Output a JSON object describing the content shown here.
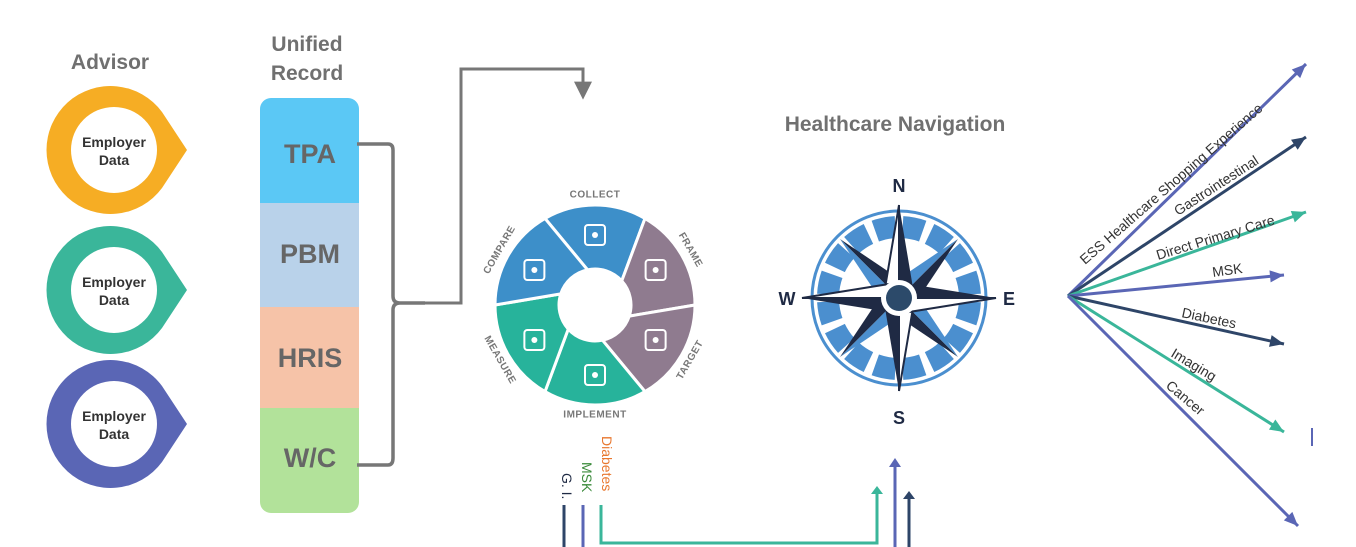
{
  "advisor": {
    "title": "Advisor",
    "pins": [
      {
        "line1": "Employer",
        "line2": "Data",
        "color": "#f6ad24"
      },
      {
        "line1": "Employer",
        "line2": "Data",
        "color": "#3ab69a"
      },
      {
        "line1": "Employer",
        "line2": "Data",
        "color": "#5a66b5"
      }
    ]
  },
  "unified_record": {
    "title_line1": "Unified",
    "title_line2": "Record",
    "segments": [
      {
        "label": "TPA",
        "color": "#5bc8f5"
      },
      {
        "label": "PBM",
        "color": "#b9d2ea"
      },
      {
        "label": "HRIS",
        "color": "#f6c3a8"
      },
      {
        "label": "W/C",
        "color": "#b2e29a"
      }
    ]
  },
  "cycle": {
    "steps": [
      "COLLECT",
      "FRAME",
      "TARGET",
      "IMPLEMENT",
      "MEASURE",
      "COMPARE"
    ],
    "colors": [
      "#3d8fc9",
      "#8f7b8f",
      "#8f7b8f",
      "#27b39b",
      "#27b39b",
      "#3d8fc9"
    ],
    "icons": [
      "collect-icon",
      "frame-icon",
      "target-icon",
      "gear-icon",
      "ruler-icon",
      "swap-icon"
    ]
  },
  "navigation": {
    "title": "Healthcare Navigation",
    "compass": {
      "n": "N",
      "s": "S",
      "e": "E",
      "w": "W"
    }
  },
  "rays": [
    {
      "label": "ESS Healthcare Shopping Experience",
      "color": "#5a66b5"
    },
    {
      "label": "Gastrointestinal",
      "color": "#2e4568"
    },
    {
      "label": "Direct Primary Care",
      "color": "#3ab69a"
    },
    {
      "label": "MSK",
      "color": "#5a66b5"
    },
    {
      "label": "Diabetes",
      "color": "#2e4568"
    },
    {
      "label": "Imaging",
      "color": "#3ab69a"
    },
    {
      "label": "Cancer",
      "color": "#5a66b5"
    }
  ],
  "bottom_labels": [
    {
      "label": "Diabetes",
      "color": "#e8772e"
    },
    {
      "label": "MSK",
      "color": "#3a8a3a"
    },
    {
      "label": "G. I.",
      "color": "#1f2a44"
    }
  ]
}
